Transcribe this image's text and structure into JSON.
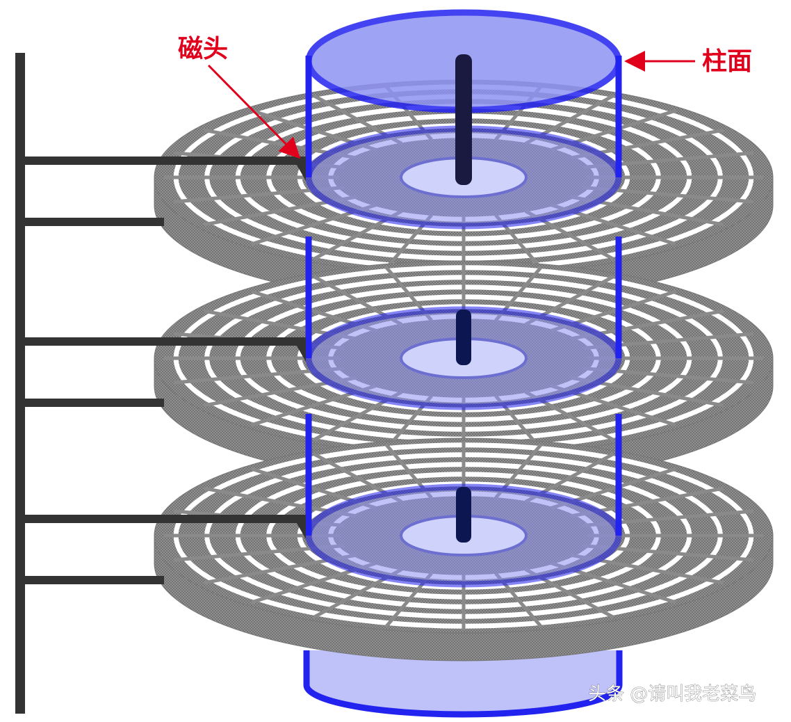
{
  "labels": {
    "head": "磁头",
    "cylinder": "柱面"
  },
  "watermark": "头条 @请叫我老菜鸟",
  "platter_count": 3,
  "colors": {
    "label_red": "#e0001c",
    "cylinder_blue": "#2323f0",
    "cylinder_fill": "#8f93f3",
    "platter_gray": "#8a8a8a",
    "arm_dark": "#333333",
    "spindle": "#0c1650"
  }
}
